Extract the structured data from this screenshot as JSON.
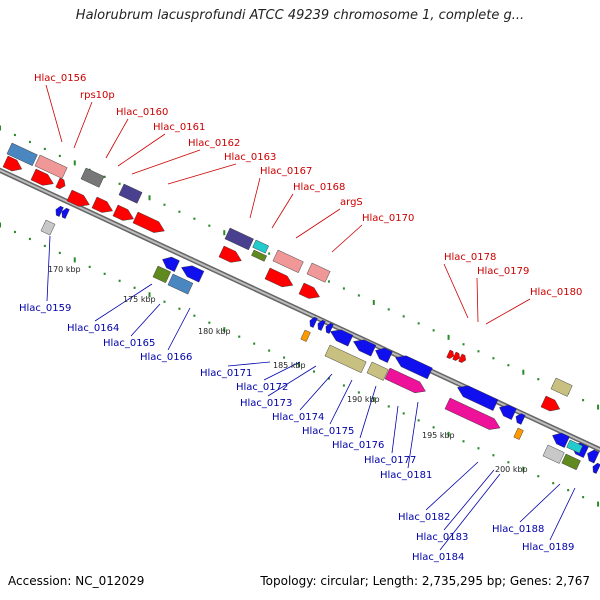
{
  "title": "Halorubrum lacusprofundi ATCC 49239 chromosome 1, complete g...",
  "footer": {
    "accession": "Accession: NC_012029",
    "summary": "Topology: circular; Length: 2,735,295 bp; Genes: 2,767"
  },
  "colors": {
    "forward_label": "#cc0000",
    "reverse_label": "#0000aa",
    "backbone": "#808080",
    "tick": "#2a8a2a",
    "red": "#ff0000",
    "pink": "#f09898",
    "blue": "#1010ee",
    "steel": "#4a86c0",
    "navy": "#4a4090",
    "cyan": "#22cccc",
    "olive": "#608a20",
    "khaki": "#c8c080",
    "magenta": "#ee1199",
    "orange": "#ff9900",
    "gray": "#c8c8c8",
    "dark_gray": "#777777"
  },
  "scale": {
    "unit": "kbp",
    "ticks": [
      "170 kbp",
      "175 kbp",
      "180 kbp",
      "185 kbp",
      "190 kbp",
      "195 kbp",
      "200 kbp"
    ]
  },
  "forward_labels": [
    "Hlac_0156",
    "rps10p",
    "Hlac_0160",
    "Hlac_0161",
    "Hlac_0162",
    "Hlac_0163",
    "Hlac_0167",
    "Hlac_0168",
    "argS",
    "Hlac_0170",
    "Hlac_0178",
    "Hlac_0179",
    "Hlac_0180"
  ],
  "reverse_labels": [
    "Hlac_0159",
    "Hlac_0164",
    "Hlac_0165",
    "Hlac_0166",
    "Hlac_0171",
    "Hlac_0172",
    "Hlac_0173",
    "Hlac_0174",
    "Hlac_0175",
    "Hlac_0176",
    "Hlac_0177",
    "Hlac_0181",
    "Hlac_0182",
    "Hlac_0183",
    "Hlac_0184",
    "Hlac_0188",
    "Hlac_0189"
  ]
}
